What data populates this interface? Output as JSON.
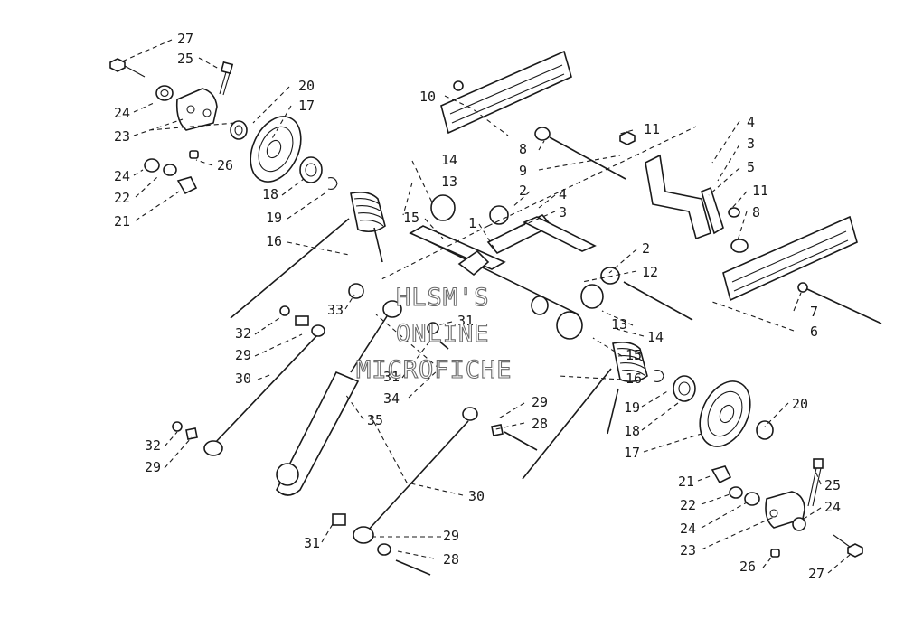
{
  "watermark": {
    "line1": "HLSM'S",
    "line2": "ONLINE",
    "line3": "MICROFICHE"
  },
  "callouts": {
    "n27a": "27",
    "n25a": "25",
    "n24a": "24",
    "n23a": "23",
    "n24b": "24",
    "n22a": "22",
    "n21a": "21",
    "n20a": "20",
    "n17a": "17",
    "n26a": "26",
    "n18a": "18",
    "n19a": "19",
    "n16a": "16",
    "n10": "10",
    "n11a": "11",
    "n8a": "8",
    "n9": "9",
    "n4a": "4",
    "n3a": "3",
    "n5": "5",
    "n11b": "11",
    "n8b": "8",
    "n14a": "14",
    "n13a": "13",
    "n2a": "2",
    "n4b": "4",
    "n3b": "3",
    "n15a": "15",
    "n1": "1",
    "n2b": "2",
    "n12": "12",
    "n7": "7",
    "n6": "6",
    "n33": "33",
    "n31a": "31",
    "n32a": "32",
    "n29a": "29",
    "n30a": "30",
    "n31b": "31",
    "n34": "34",
    "n35": "35",
    "n13b": "13",
    "n14b": "14",
    "n15b": "15",
    "n16b": "16",
    "n32b": "32",
    "n29b": "29",
    "n29c": "29",
    "n28a": "28",
    "n19b": "19",
    "n18b": "18",
    "n17b": "17",
    "n20b": "20",
    "n30b": "30",
    "n21b": "21",
    "n25b": "25",
    "n22b": "22",
    "n24c": "24",
    "n24d": "24",
    "n23b": "23",
    "n31c": "31",
    "n29d": "29",
    "n28b": "28",
    "n26b": "26",
    "n27b": "27"
  }
}
